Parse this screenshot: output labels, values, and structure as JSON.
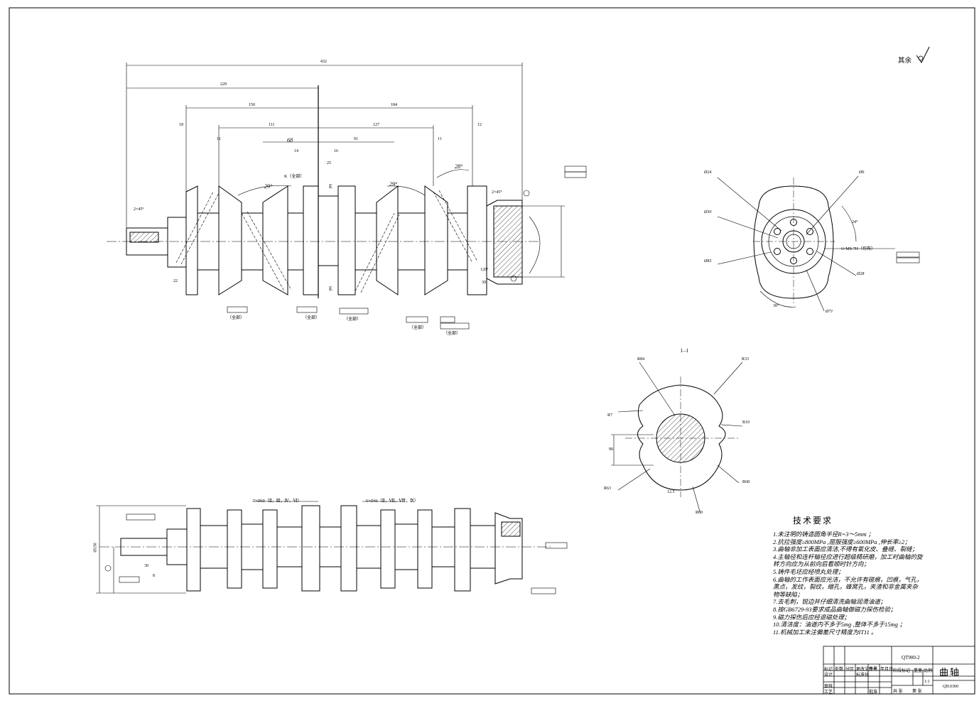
{
  "drawing": {
    "surface_note": "其余",
    "section_label": "Ⅰ—Ⅰ",
    "dimensions_front": {
      "overall": "432",
      "left_span": "229",
      "mid_left": "150",
      "mid_right": "184",
      "inner_left": "111",
      "inner_right": "127",
      "d68": "68",
      "d91": "91",
      "d11a": "11",
      "d11b": "11",
      "d14": "14",
      "d16": "16",
      "d18": "18",
      "d25": "25",
      "d22": "22",
      "d12": "12",
      "d30": "30",
      "chamfer_left": "2×45°",
      "chamfer_right": "2×45°",
      "angle_29a": "29°",
      "angle_29b": "29°",
      "angle_28": "28°",
      "angle_120": "120°",
      "k_note": "K（全部）",
      "e_label": "E",
      "all_note": "（全部）"
    },
    "dimensions_end": {
      "d24": "Ø24",
      "d30": "Ø30",
      "d83": "Ø83",
      "d6": "Ø6",
      "d28": "Ø28",
      "d71": "Ø71",
      "holes": "6×M8-7H（均布）",
      "angle_30": "30°",
      "angle_24": "24°"
    },
    "dimensions_section": {
      "r84": "R84",
      "r33": "R33",
      "r7": "R7",
      "r10": "R10",
      "r63": "R63",
      "r68": "R68",
      "r80": "R80",
      "d90": "90",
      "ra": "12.5"
    },
    "dimensions_top": {
      "journal_main": "7×Ø60（Ⅱ，Ⅲ，Ⅳ，Ⅵ）",
      "journal_crank": "6×Ø46（Ⅱ，Ⅶ，Ⅷ，Ⅸ）",
      "d130": "Ø130",
      "d30": "30",
      "d8": "8"
    }
  },
  "requirements": {
    "title": "技术要求",
    "lines": [
      "1.未注明的铸造圆角半径R=3～5mm ；",
      "2.抗拉强度≥800MPa ,屈服强度≥600MPa ,伸长率≥2；",
      "3.曲轴非加工表面应清洁,不得有氧化皮、叠缝、裂缝；",
      "4.主轴径和连杆轴径应进行超级精研磨，加工时曲轴的旋",
      "   转方向应为从前向后看顺时针方向；",
      "5.铸件毛坯应经喷丸处理；",
      "6.曲轴的工作表面应光洁，不允许有碰痕，凹痕，气孔，",
      "   黑点，发纹，裂纹，缩孔，蜂窝孔，夹渣和非金属夹杂",
      "   物等缺陷；",
      "7.去毛刺，锐边并仔细清洗曲轴润滑油道；",
      "8.按GB6729-93要求成品曲轴做磁力探伤检验；",
      "9.磁力探伤后应经退磁处理；",
      "10.清洁度：油道内不多于5mg ,整体不多于15mg ；",
      "11.机械加工未注偏差尺寸精度为IT11 。"
    ]
  },
  "title_block": {
    "material": "QT900-2",
    "part_name": "曲轴",
    "drawing_no": "QH.0300",
    "scale": "1:1",
    "labels": {
      "mark": "标记",
      "count": "处数",
      "zone": "分区",
      "change_doc": "更改文件号",
      "sign": "签名",
      "date": "年月日",
      "design": "设计",
      "standard": "标准化",
      "stage_mark": "阶段标记",
      "weight": "重量",
      "scale_label": "比例",
      "review": "审核",
      "process": "工艺",
      "approve": "批准",
      "sheets": "共 张",
      "sheet_no": "第 张"
    }
  }
}
